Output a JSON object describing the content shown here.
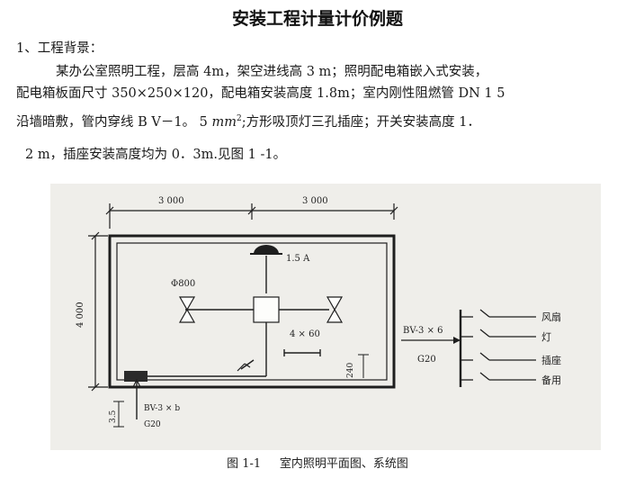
{
  "doc": {
    "title": "安装工程计量计价例题",
    "section_heading": "1、工程背景：",
    "para_line1": "某办公室照明工程，层高 4m，架空进线高 3 m；照明配电箱嵌入式安装，",
    "para_line2": "配电箱板面尺寸 350×250×120，配电箱安装高度 1.8m；室内刚性阻燃管 DN 1 5",
    "para_line3_a": "沿墙暗敷，管内穿线 B V－1。 5 ",
    "para_line3_unit": "mm",
    "para_line3_sup": "2",
    "para_line3_b": ";方形吸顶灯三孔插座；开关安装高度 1．",
    "para_line4": "2 m，插座安装高度均为 0．3m.见图 1 -1。"
  },
  "drawing": {
    "dim_top_left": "3 000",
    "dim_top_right": "3 000",
    "dim_left": "4 000",
    "fan_label": "1.5 A",
    "lamp_label": "Φ800",
    "conduit_label": "4 × 60",
    "dim_240": "240",
    "feeder_top": "BV-3 × 6",
    "feeder_bottom": "G20",
    "incoming_top": "BV-3 × b",
    "incoming_bottom": "G20",
    "height_label": "3.5",
    "circuits": [
      "风扇",
      "灯",
      "插座",
      "备用"
    ]
  },
  "caption": {
    "figure_no": "图 1-1",
    "figure_title": "室内照明平面图、系统图"
  }
}
